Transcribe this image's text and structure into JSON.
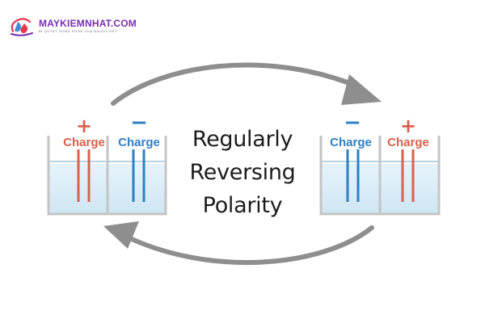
{
  "logo": {
    "name": "MAYKIEMNHAT.COM",
    "tagline": "BI QUYET SONG KHOE CUA NGUOI VIET"
  },
  "title_lines": [
    "Regularly",
    "Reversing",
    "Polarity"
  ],
  "left_tank": {
    "left_label": "Charge",
    "left_sign": "+",
    "right_label": "Charge",
    "right_sign": "−"
  },
  "right_tank": {
    "left_label": "Charge",
    "left_sign": "−",
    "right_label": "Charge",
    "right_sign": "+"
  },
  "colors": {
    "positive": "#d9614e",
    "negative": "#2f7fc4",
    "water": "#d7ebf6",
    "tank_wall": "#c4c4c4",
    "arrow": "#8e8e8e",
    "logo_primary": "#7a2fb0",
    "logo_accent": "#e8374d"
  },
  "icons": {
    "logo": "water-drop-logo-icon",
    "top_arrow": "curved-arrow-right-icon",
    "bottom_arrow": "curved-arrow-left-icon"
  }
}
